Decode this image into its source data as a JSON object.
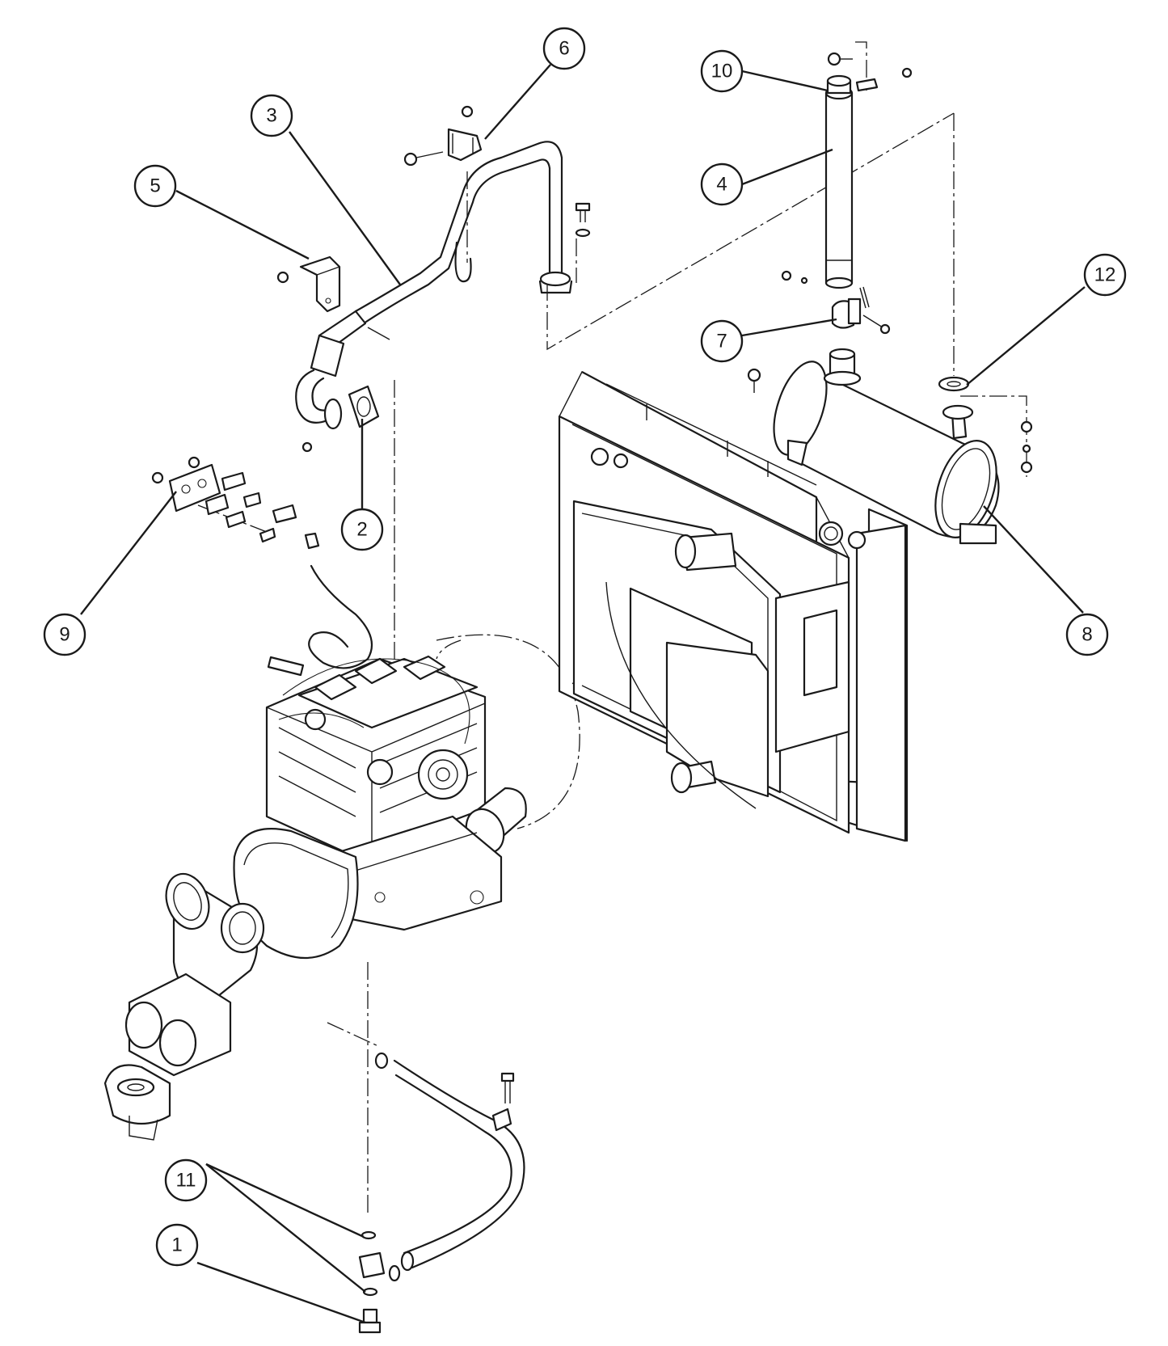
{
  "colors": {
    "ink": "#1a1a1a",
    "paper": "#ffffff"
  },
  "callouts": [
    {
      "id": "c1",
      "label": "1"
    },
    {
      "id": "c2",
      "label": "2"
    },
    {
      "id": "c3",
      "label": "3"
    },
    {
      "id": "c4",
      "label": "4"
    },
    {
      "id": "c5",
      "label": "5"
    },
    {
      "id": "c6",
      "label": "6"
    },
    {
      "id": "c7",
      "label": "7"
    },
    {
      "id": "c8",
      "label": "8"
    },
    {
      "id": "c9",
      "label": "9"
    },
    {
      "id": "c10",
      "label": "10"
    },
    {
      "id": "c11",
      "label": "11"
    },
    {
      "id": "c12",
      "label": "12"
    }
  ]
}
